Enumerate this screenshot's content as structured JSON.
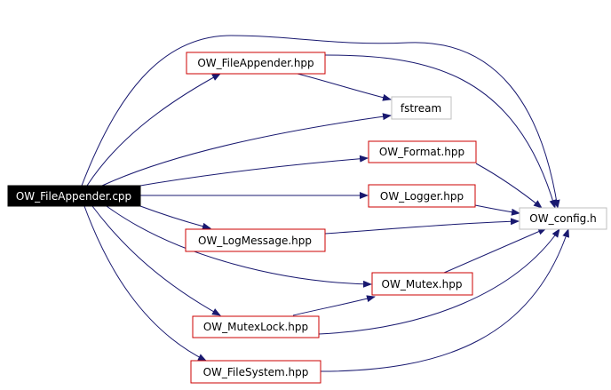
{
  "diagram": {
    "colors": {
      "edge": "#191970",
      "node_border": "#cc0000",
      "external_border": "#bfbfbf",
      "root_fill": "#000000",
      "root_text": "#ffffff",
      "text": "#000000"
    },
    "nodes": {
      "root": "OW_FileAppender.cpp",
      "file_appender_hpp": "OW_FileAppender.hpp",
      "fstream": "fstream",
      "format_hpp": "OW_Format.hpp",
      "logger_hpp": "OW_Logger.hpp",
      "config_h": "OW_config.h",
      "log_message_hpp": "OW_LogMessage.hpp",
      "mutex_hpp": "OW_Mutex.hpp",
      "mutex_lock_hpp": "OW_MutexLock.hpp",
      "file_system_hpp": "OW_FileSystem.hpp"
    }
  }
}
